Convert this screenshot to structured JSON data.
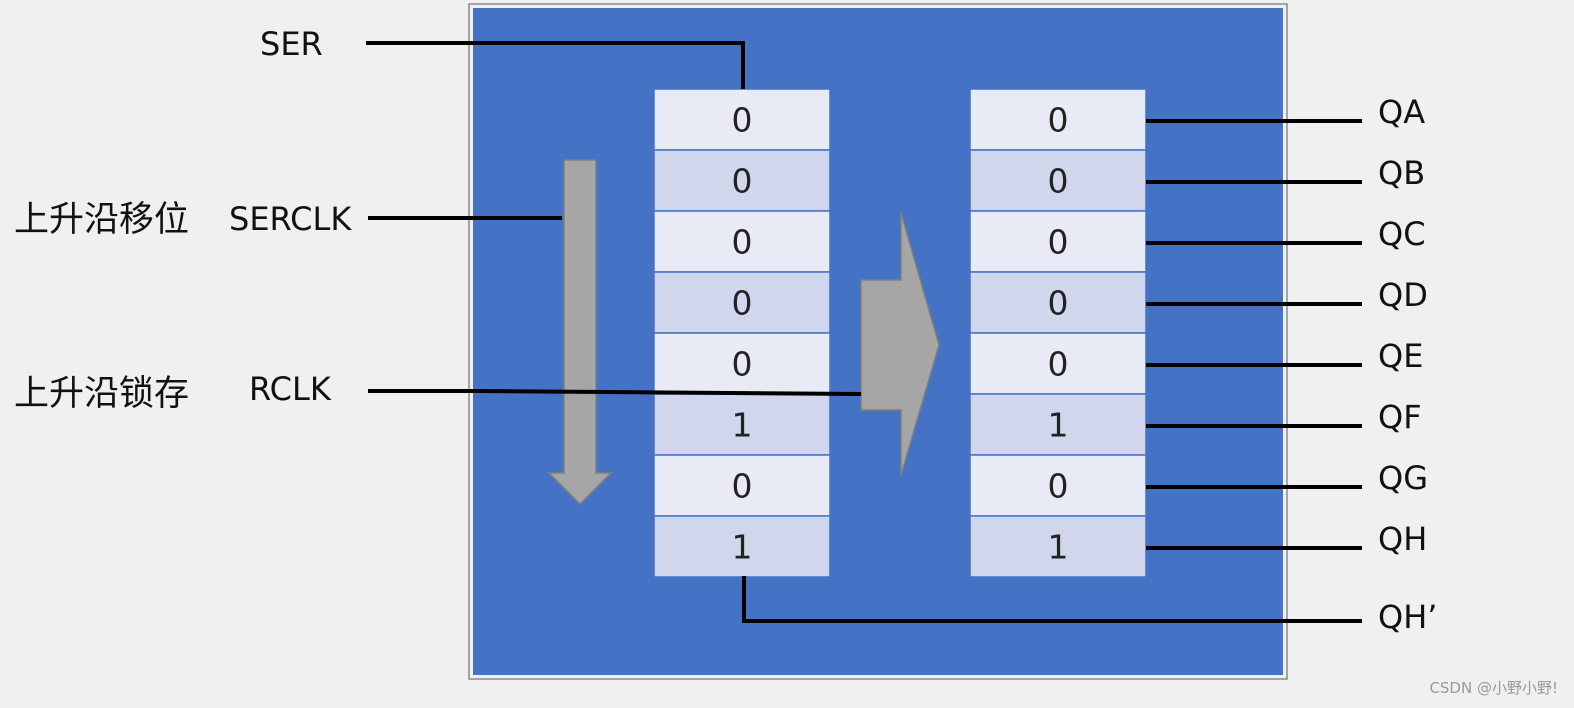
{
  "inputs": {
    "ser": "SER",
    "serclk": "SERCLK",
    "rclk": "RCLK",
    "shift_note": "上升沿移位",
    "latch_note": "上升沿锁存"
  },
  "shift_register": [
    "0",
    "0",
    "0",
    "0",
    "0",
    "1",
    "0",
    "1"
  ],
  "storage_register": [
    "0",
    "0",
    "0",
    "0",
    "0",
    "1",
    "0",
    "1"
  ],
  "outputs": [
    "QA",
    "QB",
    "QC",
    "QD",
    "QE",
    "QF",
    "QG",
    "QH"
  ],
  "serial_output": "QH’",
  "watermark": "CSDN @小野小野!",
  "colors": {
    "chip_fill": "#4472c4",
    "cell_light": "#e8ebf5",
    "cell_dark": "#d0d6ec",
    "arrow": "#a6a6a6",
    "wire": "#000000"
  }
}
